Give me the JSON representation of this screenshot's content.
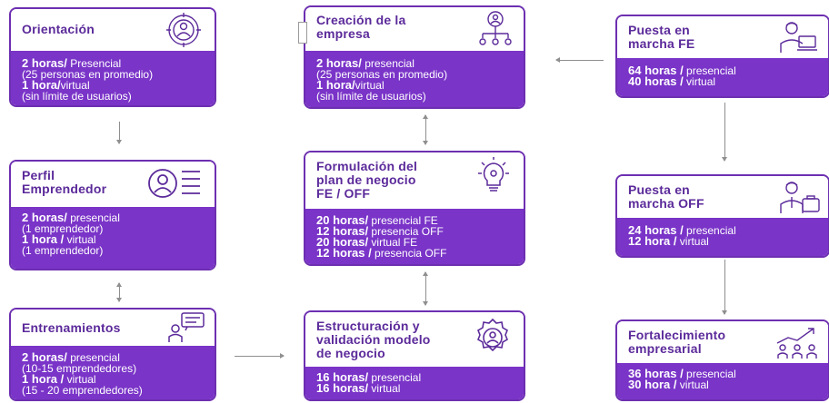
{
  "cards": {
    "orientacion": {
      "title": "Orientación",
      "lines": [
        {
          "b": "2 horas/",
          "t": " Presencial"
        },
        {
          "b": "",
          "t": "(25 personas en promedio)"
        },
        {
          "b": "1 hora/",
          "t": "virtual"
        },
        {
          "b": "",
          "t": "(sin límite de usuarios)"
        }
      ]
    },
    "perfil": {
      "title": [
        "Perfil",
        "Emprendedor"
      ],
      "lines": [
        {
          "b": "2 horas/",
          "t": " presencial"
        },
        {
          "b": "",
          "t": "(1 emprendedor)"
        },
        {
          "b": "1 hora /",
          "t": " virtual"
        },
        {
          "b": "",
          "t": "(1 emprendedor)"
        }
      ]
    },
    "entrenamientos": {
      "title": "Entrenamientos",
      "lines": [
        {
          "b": "2 horas/",
          "t": " presencial"
        },
        {
          "b": "",
          "t": "(10-15  emprendedores)"
        },
        {
          "b": "1 hora /",
          "t": " virtual"
        },
        {
          "b": "",
          "t": "(15 - 20 emprendedores)"
        }
      ]
    },
    "creacion": {
      "title": [
        "Creación de la",
        "empresa"
      ],
      "lines": [
        {
          "b": "2 horas/",
          "t": " presencial"
        },
        {
          "b": "",
          "t": "(25 personas en promedio)"
        },
        {
          "b": "1 hora/",
          "t": "virtual"
        },
        {
          "b": "",
          "t": "(sin límite de usuarios)"
        }
      ]
    },
    "formulacion": {
      "title": [
        "Formulación del",
        "plan de negocio",
        "FE / OFF"
      ],
      "lines": [
        {
          "b": "20 horas/",
          "t": " presencial FE"
        },
        {
          "b": "12 horas/",
          "t": " presencia OFF"
        },
        {
          "b": "20 horas/",
          "t": " virtual FE"
        },
        {
          "b": "12 horas /",
          "t": " presencia OFF"
        }
      ]
    },
    "estructuracion": {
      "title": [
        "Estructuración y",
        "validación modelo",
        "de negocio"
      ],
      "lines": [
        {
          "b": "16 horas/",
          "t": " presencial"
        },
        {
          "b": "16 horas/",
          "t": " virtual"
        }
      ]
    },
    "puesta_fe": {
      "title": [
        "Puesta en",
        "marcha FE"
      ],
      "lines": [
        {
          "b": "64 horas /",
          "t": " presencial"
        },
        {
          "b": "40 horas /",
          "t": " virtual"
        }
      ]
    },
    "puesta_off": {
      "title": [
        "Puesta en",
        "marcha OFF"
      ],
      "lines": [
        {
          "b": "24 horas /",
          "t": " presencial"
        },
        {
          "b": "12 hora /",
          "t": " virtual"
        }
      ]
    },
    "fortalecimiento": {
      "title": [
        "Fortalecimiento",
        "empresarial"
      ],
      "lines": [
        {
          "b": "36 horas /",
          "t": " presencial"
        },
        {
          "b": "30 hora /",
          "t": " virtual"
        }
      ]
    }
  },
  "colors": {
    "accent": "#7a34c8",
    "title": "#5b2a9a",
    "arrow": "#8f8f8f"
  },
  "icons": {
    "orientacion": "person-target-icon",
    "perfil": "person-profile-icon",
    "entrenamientos": "trainer-board-icon",
    "creacion": "org-chart-icon",
    "formulacion": "lightbulb-gear-icon",
    "estructuracion": "gear-person-icon",
    "puesta_fe": "person-laptop-icon",
    "puesta_off": "person-briefcase-icon",
    "fortalecimiento": "team-growth-icon"
  }
}
